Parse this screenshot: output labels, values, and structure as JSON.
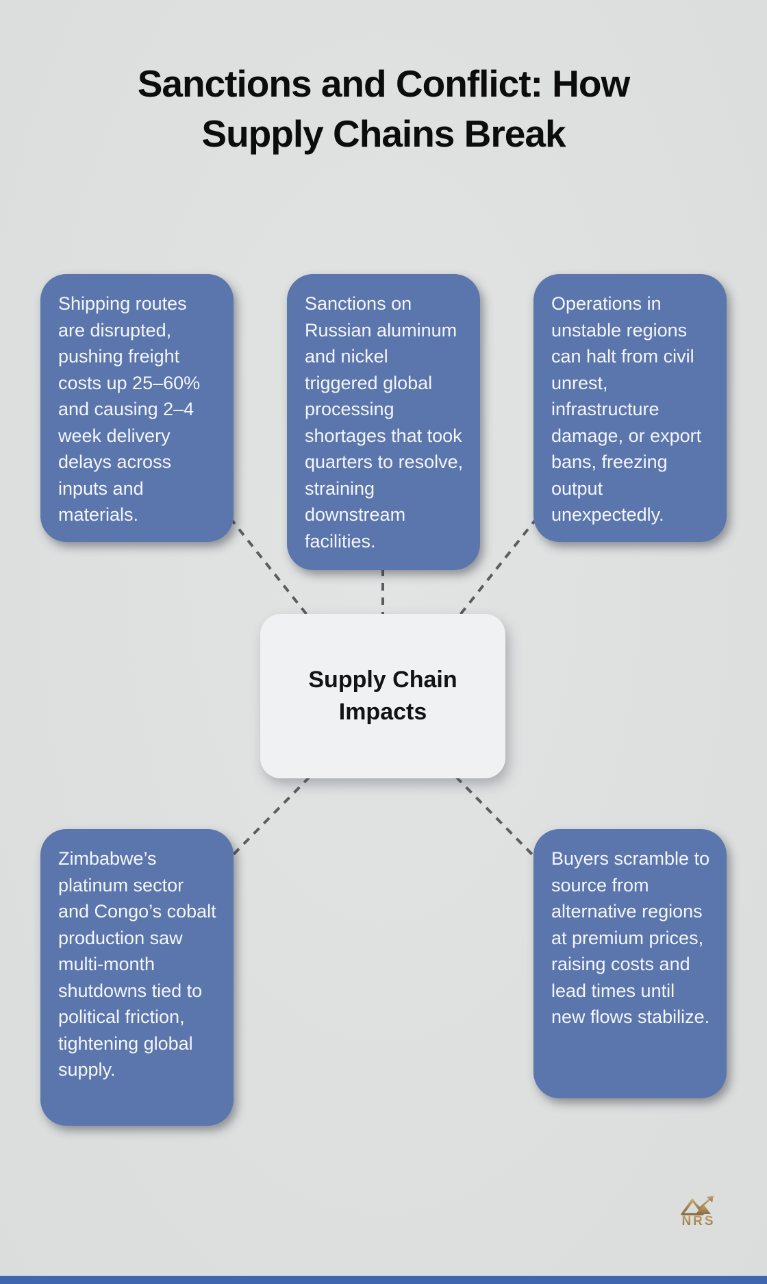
{
  "page": {
    "title_lines": [
      "Sanctions and Conflict: How",
      "Supply Chains Break"
    ],
    "background_color": "#dfe1e1"
  },
  "diagram": {
    "center": {
      "label_lines": [
        "Supply Chain",
        "Impacts"
      ],
      "bg_color": "#eff1f3",
      "text_color": "#131313"
    },
    "node_bg_color": "#5b76ad",
    "node_text_color": "#f4f6f9",
    "connector_color": "#5a5c5e",
    "nodes": [
      {
        "id": "shipping",
        "text": "Shipping routes are disrupted, pushing freight costs up 25–60% and causing 2–4 week delivery delays across inputs and materials."
      },
      {
        "id": "sanctions",
        "text": "Sanctions on Russian aluminum and nickel triggered global processing shortages that took quarters to resolve, straining downstream facilities."
      },
      {
        "id": "operations",
        "text": "Operations in unstable regions can halt from civil unrest, infrastructure damage, or export bans, freezing output unexpectedly."
      },
      {
        "id": "zimbabwe",
        "text": "Zimbabwe’s platinum sector and Congo’s cobalt production saw multi-month shutdowns tied to political friction, tightening global supply."
      },
      {
        "id": "buyers",
        "text": "Buyers scramble to source from alternative regions at premium prices, raising costs and lead times until new flows stabilize."
      }
    ]
  },
  "footer": {
    "logo_text": "NRS",
    "logo_gold_color": "#a5854f",
    "bar_color": "#4066b0"
  }
}
